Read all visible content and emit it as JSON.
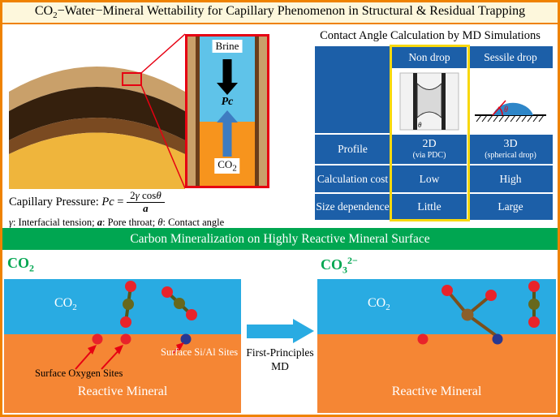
{
  "colors": {
    "frame_orange": "#ef8200",
    "title_bg": "#fdf7dc",
    "accent_red": "#e60012",
    "table_blue": "#1c5fa8",
    "highlight_yellow": "#f8d80e",
    "banner_green": "#00a651",
    "sky_blue": "#29abe2",
    "mineral_orange": "#f58634",
    "brine_blue": "#5fc3e9",
    "co2_orange": "#f7941d"
  },
  "title": {
    "base": "CO",
    "sub": "2",
    "rest": "−Water−Mineral Wettability for Capillary Phenomenon in Structural & Residual Trapping"
  },
  "capillary": {
    "inset": {
      "brine": "Brine",
      "pc": "Pc",
      "co2_base": "CO",
      "co2_sub": "2"
    },
    "formula": {
      "label": "Capillary Pressure: ",
      "var": "Pc",
      "eq": " = ",
      "num_coeff": "2",
      "num_gamma": "γ",
      "num_cos": " cos",
      "num_theta": "θ",
      "den": "a"
    },
    "legend": {
      "gamma": "γ",
      "gamma_text": ": Interfacial tension; ",
      "a": "a",
      "a_text": ": Pore throat; ",
      "theta": "θ",
      "theta_text": ": Contact angle"
    }
  },
  "md": {
    "title": "Contact Angle Calculation by MD Simulations",
    "headers": {
      "nondrop": "Non drop",
      "sessile": "Sessile drop"
    },
    "nondrop_theta": "θ",
    "sessile_theta": "θ",
    "rows": [
      {
        "label": "Profile",
        "nondrop": "2D",
        "nondrop_sub": "(via PDC)",
        "sessile": "3D",
        "sessile_sub": "(spherical drop)"
      },
      {
        "label": "Calculation cost",
        "nondrop": "Low",
        "sessile": "High"
      },
      {
        "label": "Size dependence",
        "nondrop": "Little",
        "sessile": "Large"
      }
    ]
  },
  "mineralization": {
    "banner": "Carbon Mineralization on Highly Reactive Mineral Surface",
    "left": {
      "corner_base": "CO",
      "corner_sub": "2",
      "gas_base": "CO",
      "gas_sub": "2",
      "mineral": "Reactive Mineral",
      "oxygen_sites": "Surface Oxygen Sites",
      "si_al_sites": "Surface Si/Al Sites"
    },
    "arrow": {
      "line1": "First-Principles",
      "line2": "MD"
    },
    "right": {
      "corner_base": "CO",
      "corner_sub": "3",
      "corner_sup": "2−",
      "gas_base": "CO",
      "gas_sub": "2",
      "mineral": "Reactive Mineral"
    }
  }
}
